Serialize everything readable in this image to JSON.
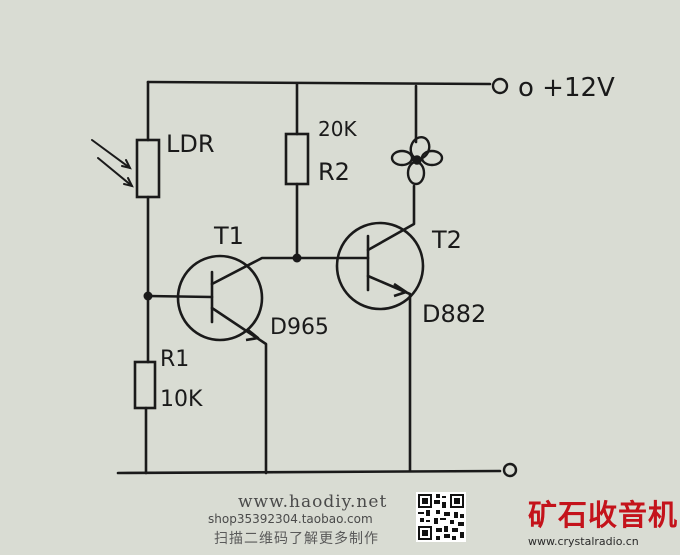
{
  "labels": {
    "supply": "o +12V",
    "ground_terminal": "o",
    "ldr": "LDR",
    "r2_value": "20K",
    "r2_name": "R2",
    "r1_name": "R1",
    "r1_value": "10K",
    "t1": "T1",
    "t1_part": "D965",
    "t2": "T2",
    "t2_part": "D882"
  },
  "footer": {
    "site": "www.haodiy.net",
    "shop": "shop35392304.taobao.com",
    "scan_hint": "扫描二维码了解更多制作",
    "brand": "矿石收音机",
    "brand_url": "www.crystalradio.cn"
  },
  "colors": {
    "background": "#d9dcd3",
    "ink": "#1a1a1a",
    "brand_red": "#c4131b"
  },
  "icons": [
    "fan-icon",
    "qr-code-icon"
  ]
}
